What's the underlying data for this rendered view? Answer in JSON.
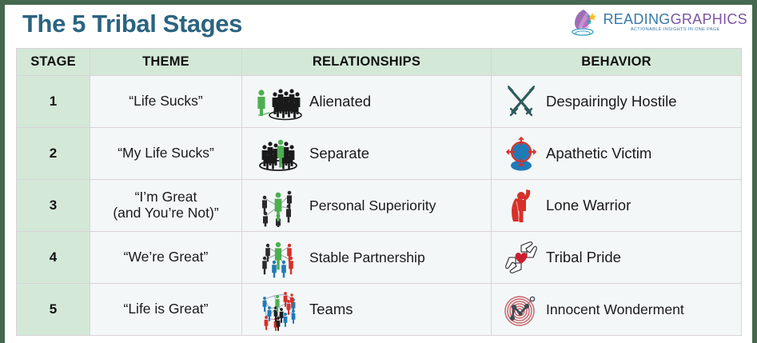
{
  "page": {
    "title": "The 5 Tribal Stages",
    "title_color": "#2b6480",
    "frame_color": "#46684f",
    "header_bg": "#d4e8d8",
    "cell_bg": "#f4f7f8"
  },
  "brand": {
    "logo_icon": "reading-graphics-quill-logo",
    "name_part1": "READING",
    "name_part2": "RAPHICS",
    "name_g": "G",
    "tagline": "ACTIONABLE INSIGHTS IN ONE PAGE"
  },
  "table": {
    "columns": [
      {
        "key": "stage",
        "label": "STAGE"
      },
      {
        "key": "theme",
        "label": "THEME"
      },
      {
        "key": "relationships",
        "label": "RELATIONSHIPS"
      },
      {
        "key": "behavior",
        "label": "BEHAVIOR"
      }
    ],
    "rows": [
      {
        "stage": "1",
        "theme_line1": "“Life Sucks”",
        "theme_line2": "",
        "relationship_label": "Alienated",
        "relationship_icon": "lone-green-figure-apart-from-black-crowd-icon",
        "behavior_label": "Despairingly Hostile",
        "behavior_icon": "crossed-swords-icon",
        "behavior_icon_color": "#2c5c5c"
      },
      {
        "stage": "2",
        "theme_line1": "“My Life Sucks”",
        "theme_line2": "",
        "relationship_label": "Separate",
        "relationship_icon": "green-figure-within-black-crowd-icon",
        "behavior_label": "Apathetic Victim",
        "behavior_icon": "targeted-person-crosshair-icon",
        "behavior_icon_color": "#1f7ab8"
      },
      {
        "stage": "3",
        "theme_line1": "“I’m Great",
        "theme_line2": "(and You’re Not)”",
        "relationship_label": "Personal Superiority",
        "relationship_icon": "green-hub-connected-to-black-figures-icon",
        "behavior_label": "Lone Warrior",
        "behavior_icon": "caped-hero-raised-arm-icon",
        "behavior_icon_color": "#d6302a"
      },
      {
        "stage": "4",
        "theme_line1": "“We’re Great”",
        "theme_line2": "",
        "relationship_label": "Stable Partnership",
        "relationship_icon": "multicolor-network-small-group-icon",
        "behavior_label": "Tribal Pride",
        "behavior_icon": "four-hands-around-heart-icon",
        "behavior_icon_color": "#cc1f2e"
      },
      {
        "stage": "5",
        "theme_line1": "“Life is Great”",
        "theme_line2": "",
        "relationship_label": "Teams",
        "relationship_icon": "dense-multicolor-team-network-icon",
        "behavior_label": "Innocent Wonderment",
        "behavior_icon": "ripple-rings-with-nodes-icon",
        "behavior_icon_color": "#c9666b"
      }
    ]
  }
}
